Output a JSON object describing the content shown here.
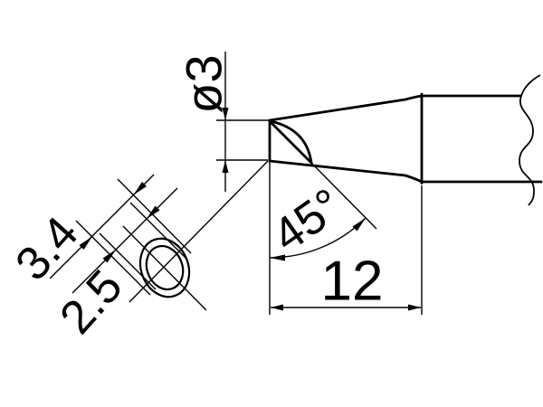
{
  "drawing": {
    "title": "bevel-tip-dimension-drawing",
    "dimensions": {
      "tip_diameter": "ø3",
      "bevel_angle": "45°",
      "tip_length": "12",
      "face_width_outer": "3.4",
      "face_width_inner": "2.5"
    },
    "colors": {
      "line": "#000000",
      "background": "#ffffff"
    }
  }
}
